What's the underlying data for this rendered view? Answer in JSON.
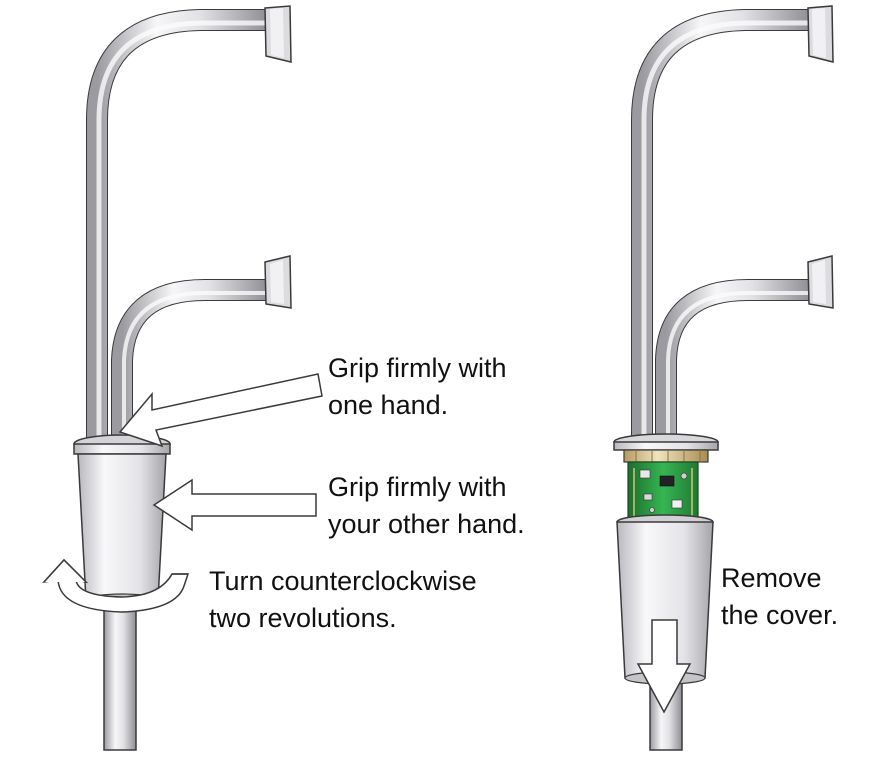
{
  "figure": {
    "left_panel": {
      "callout_grip_pipe": {
        "line1": "Grip firmly with",
        "line2": "one hand."
      },
      "callout_grip_cover": {
        "line1": "Grip firmly with",
        "line2": "your other hand."
      },
      "callout_turn": {
        "line1": "Turn counterclockwise",
        "line2": "two revolutions."
      }
    },
    "right_panel": {
      "callout_remove": {
        "line1": "Remove",
        "line2": "the cover."
      }
    }
  },
  "colors": {
    "metal_light": "#f4f4f6",
    "metal_mid": "#c9c9ce",
    "metal_dark": "#8a8a90",
    "outline": "#3a3a3a",
    "pcb_green": "#2fa84a",
    "pcb_dark": "#1b6e2c",
    "nut_gold": "#d8b878"
  }
}
